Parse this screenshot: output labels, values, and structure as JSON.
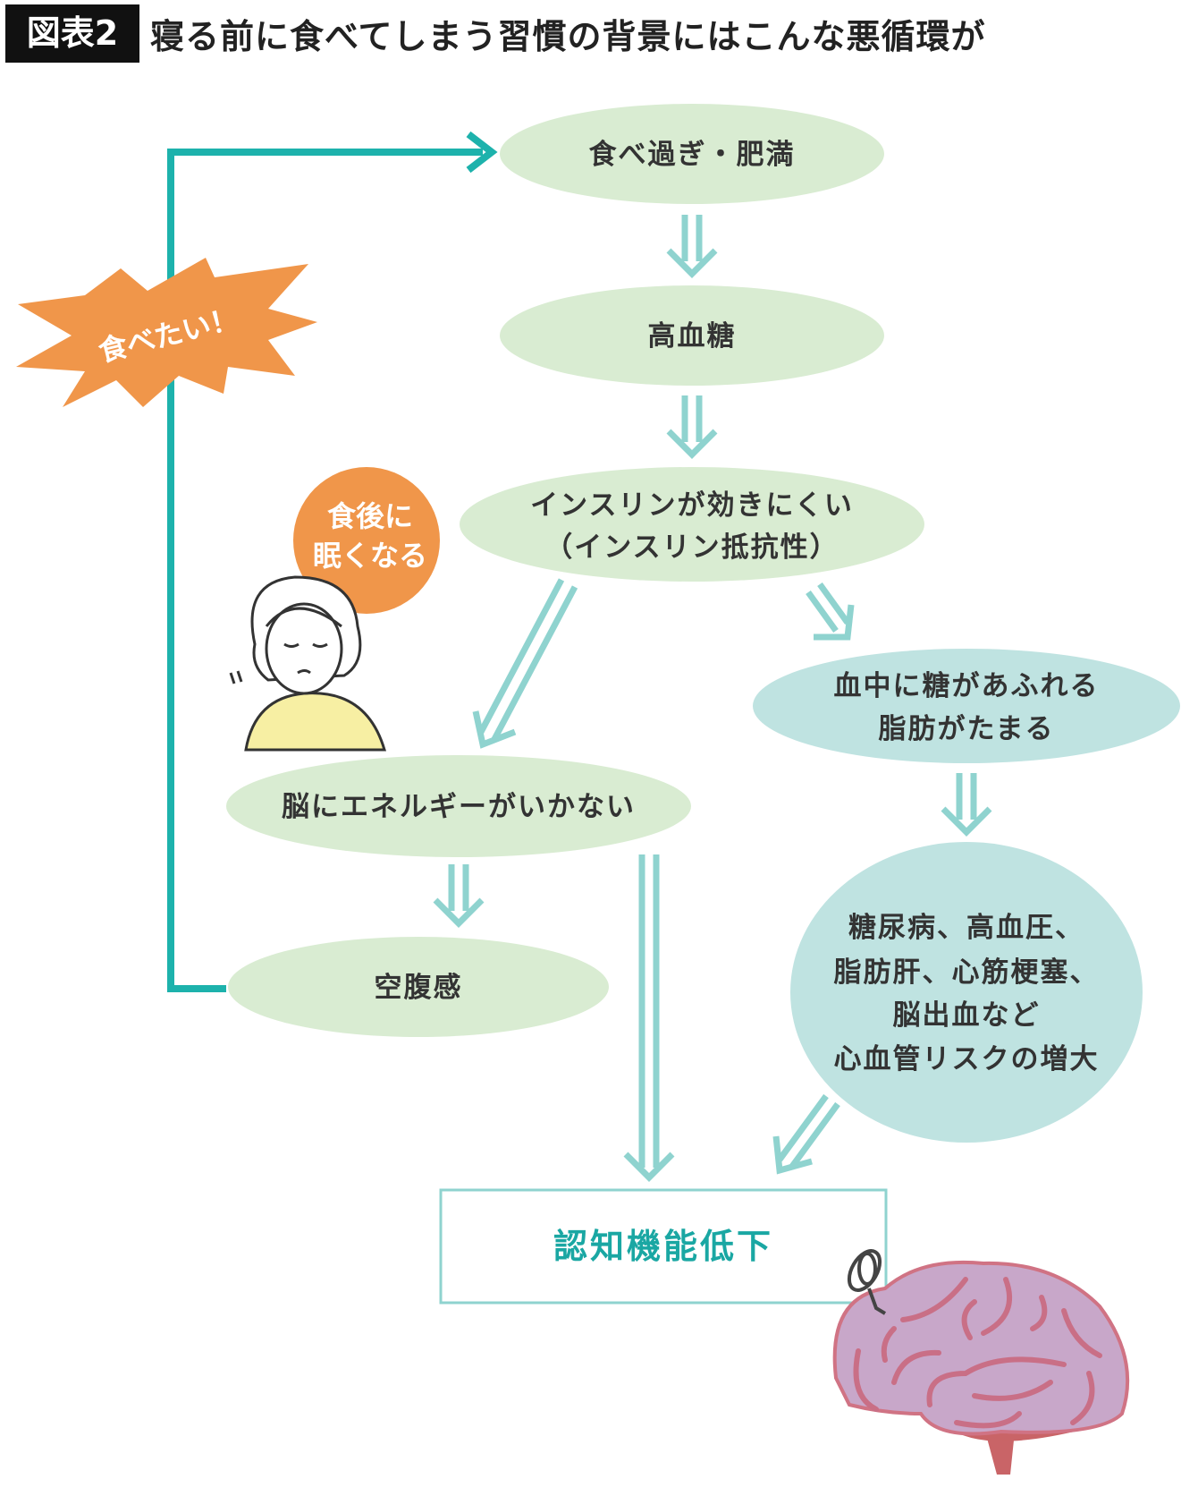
{
  "header": {
    "badge": "図表2",
    "title": "寝る前に食べてしまう習慣の背景にはこんな悪循環が"
  },
  "colors": {
    "green_node": "#d9ecd2",
    "blue_node": "#bfe3e1",
    "loop_line": "#1db2ac",
    "arrow": "#8fd3cf",
    "accent_orange": "#f0964a",
    "result_text": "#1aa7a3"
  },
  "nodes": {
    "overeating": "食べ過ぎ・肥満",
    "high_blood_sugar": "高血糖",
    "insulin_resistance": [
      "インスリンが効きにくい",
      "（インスリン抵抗性）"
    ],
    "sugar_fat": [
      "血中に糖があふれる",
      "脂肪がたまる"
    ],
    "brain_no_energy": "脳にエネルギーがいかない",
    "hunger": "空腹感",
    "diseases": [
      "糖尿病、高血圧、",
      "脂肪肝、心筋梗塞、",
      "脳出血など",
      "心血管リスクの増大"
    ],
    "result": "認知機能低下"
  },
  "callouts": {
    "want_to_eat": "食べたい！",
    "sleepy": [
      "食後に",
      "眠くなる"
    ]
  }
}
